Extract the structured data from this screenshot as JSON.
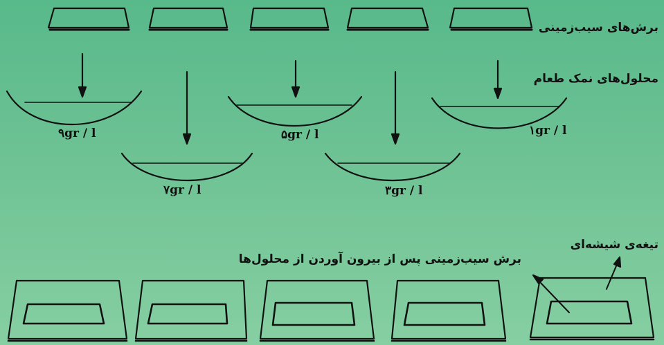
{
  "labels": {
    "potato_slices": "برش‌های سیب‌زمینی",
    "salt_solutions": "محلول‌های نمک طعام",
    "glass_slide": "تیغه‌ی شیشه‌ای",
    "slice_after": "برش سیب‌زمینی پس از بیرون آوردن از محلول‌ها"
  },
  "concentrations": {
    "c1": "۱gr / l",
    "c3": "۳gr / l",
    "c5": "۵gr / l",
    "c7": "۷gr / l",
    "c9": "۹gr / l"
  },
  "colors": {
    "background_top": "#58b98a",
    "background_bottom": "#86cfa2",
    "line": "#111111"
  }
}
